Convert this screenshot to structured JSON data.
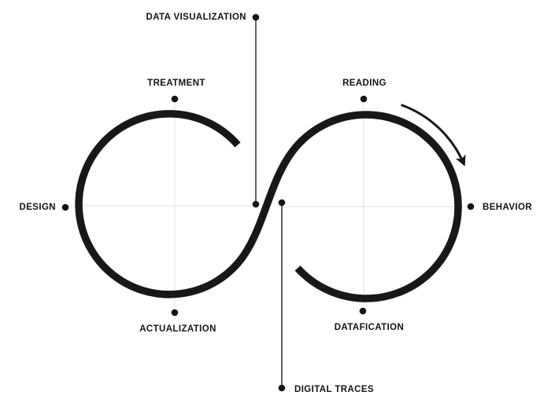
{
  "diagram": {
    "name": "data-behavior-infinity-loop",
    "background_color": "#ffffff",
    "ink_color": "#181818",
    "connector_color": "#3a3a3a",
    "guide_color": "#e2e2e2",
    "labels": {
      "data_visualization": "DATA VISUALIZATION",
      "treatment": "TREATMENT",
      "reading": "READING",
      "design": "DESIGN",
      "behavior": "BEHAVIOR",
      "actualization": "ACTUALIZATION",
      "datafication": "DATAFICATION",
      "digital_traces": "DIGITAL TRACES"
    },
    "icons": {
      "arrow": "clockwise-arrow-icon",
      "dot": "connector-dot"
    }
  }
}
